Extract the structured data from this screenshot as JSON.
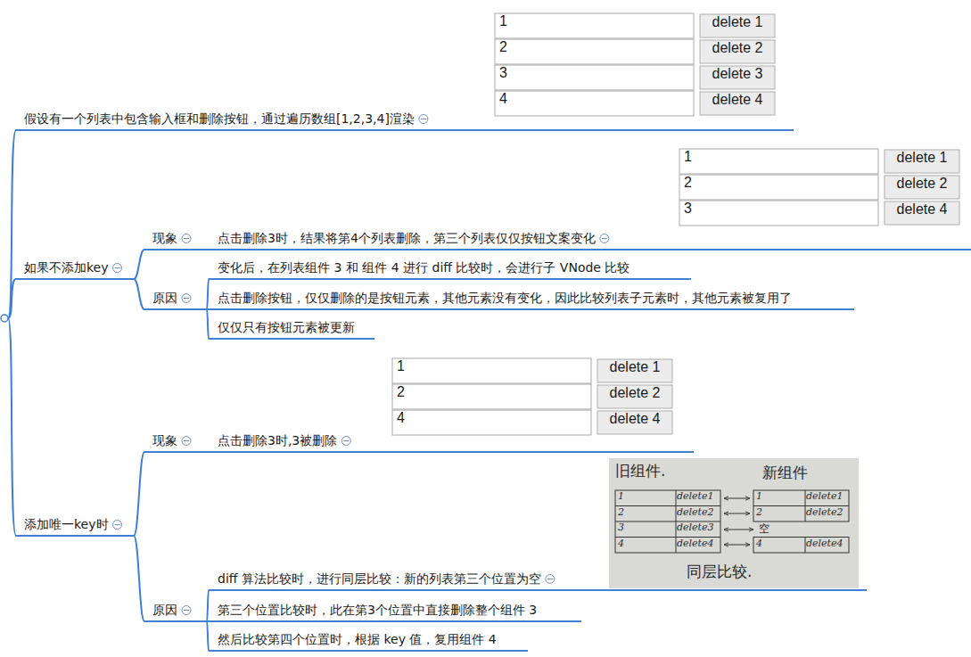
{
  "diagram": {
    "nodes": [
      {
        "text": [
          "假设有一个列表中包含输入框和删除按钮，通过遍历数组[1,2,3,4]渲染"
        ]
      },
      {
        "text": [
          "如果不添加key"
        ]
      },
      {
        "text": [
          "现象"
        ]
      },
      {
        "text": [
          "点击删除3时，结果将第4个列表删除，第三个列表仅仅按钮文案变化"
        ]
      },
      {
        "text": [
          "原因"
        ]
      },
      {
        "text": [
          "变化后，在列表组件 3 和 组件 4 进行 diff 比较时，会进行子 VNode 比较"
        ]
      },
      {
        "text": [
          "点击删除按钮，仅仅删除的是按钮元素，其他元素没有变化，因此比较列表子元素时，其他元素被复用了"
        ]
      },
      {
        "text": [
          "仅仅只有按钮元素被更新"
        ]
      },
      {
        "text": [
          "添加唯一key时"
        ]
      },
      {
        "text": [
          "现象"
        ]
      },
      {
        "text": [
          "点击删除3时,3被删除"
        ]
      },
      {
        "text": [
          "原因"
        ]
      },
      {
        "text": [
          "diff 算法比较时，进行同层比较：新的列表第三个位置为空"
        ]
      },
      {
        "text": [
          "第三个位置比较时，此在第3个位置中直接删除整个组件 3"
        ]
      },
      {
        "text": [
          "然后比较第四个位置时，根据 key 值，复用组件 4"
        ]
      }
    ],
    "edges": [
      {
        "from": 1,
        "to": 2,
        "arrow": "none"
      },
      {
        "from": 1,
        "to": 4,
        "arrow": "none"
      },
      {
        "from": 2,
        "to": 3,
        "arrow": "none"
      },
      {
        "from": 4,
        "to": 5,
        "arrow": "none"
      },
      {
        "from": 4,
        "to": 6,
        "arrow": "none"
      },
      {
        "from": 4,
        "to": 7,
        "arrow": "none"
      },
      {
        "from": 8,
        "to": 9,
        "arrow": "none"
      },
      {
        "from": 8,
        "to": 11,
        "arrow": "none"
      },
      {
        "from": 9,
        "to": 10,
        "arrow": "none"
      },
      {
        "from": 11,
        "to": 12,
        "arrow": "none"
      },
      {
        "from": 11,
        "to": 13,
        "arrow": "none"
      },
      {
        "from": 11,
        "to": 14,
        "arrow": "none"
      }
    ],
    "labels": [
      "1",
      "delete 1",
      "2",
      "delete 2",
      "3",
      "delete 3",
      "4",
      "delete 4",
      "1",
      "delete 1",
      "2",
      "delete 2",
      "3",
      "delete 4",
      "1",
      "delete 1",
      "2",
      "delete 2",
      "4",
      "delete 4",
      "旧组件.",
      "新组件",
      "1",
      "delete1",
      "2",
      "delete2",
      "3",
      "delete3",
      "4",
      "delete4",
      "1",
      "delete1",
      "2",
      "delete2",
      "空",
      "4",
      "delete4",
      "同层比较."
    ]
  }
}
